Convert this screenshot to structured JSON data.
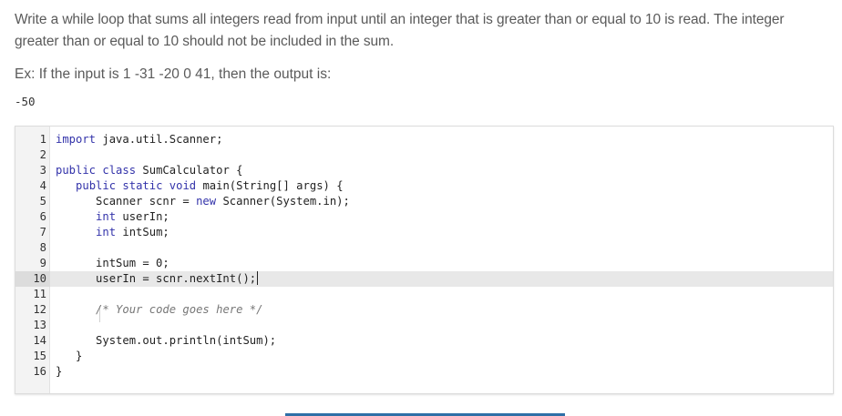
{
  "prompt": {
    "text": "Write a while loop that sums all integers read from input until an integer that is greater than or equal to 10 is read. The integer greater than or equal to 10 should not be included in the sum."
  },
  "example": {
    "text": "Ex: If the input is 1 -31 -20 0 41, then the output is:",
    "output": "-50"
  },
  "editor": {
    "active_line": 10,
    "lines": [
      {
        "num": "1",
        "code": "import java.util.Scanner;"
      },
      {
        "num": "2",
        "code": ""
      },
      {
        "num": "3",
        "code": "public class SumCalculator {"
      },
      {
        "num": "4",
        "code": "   public static void main(String[] args) {"
      },
      {
        "num": "5",
        "code": "      Scanner scnr = new Scanner(System.in);"
      },
      {
        "num": "6",
        "code": "      int userIn;"
      },
      {
        "num": "7",
        "code": "      int intSum;"
      },
      {
        "num": "8",
        "code": ""
      },
      {
        "num": "9",
        "code": "      intSum = 0;"
      },
      {
        "num": "10",
        "code": "      userIn = scnr.nextInt();"
      },
      {
        "num": "11",
        "code": ""
      },
      {
        "num": "12",
        "code": "      /* Your code goes here */"
      },
      {
        "num": "13",
        "code": ""
      },
      {
        "num": "14",
        "code": "      System.out.println(intSum);"
      },
      {
        "num": "15",
        "code": "   }"
      },
      {
        "num": "16",
        "code": "}"
      }
    ]
  },
  "colors": {
    "keyword": "#3333aa",
    "comment": "#777777",
    "active_line_bg": "#e8e8e8",
    "accent_bar": "#2e6fa7"
  }
}
